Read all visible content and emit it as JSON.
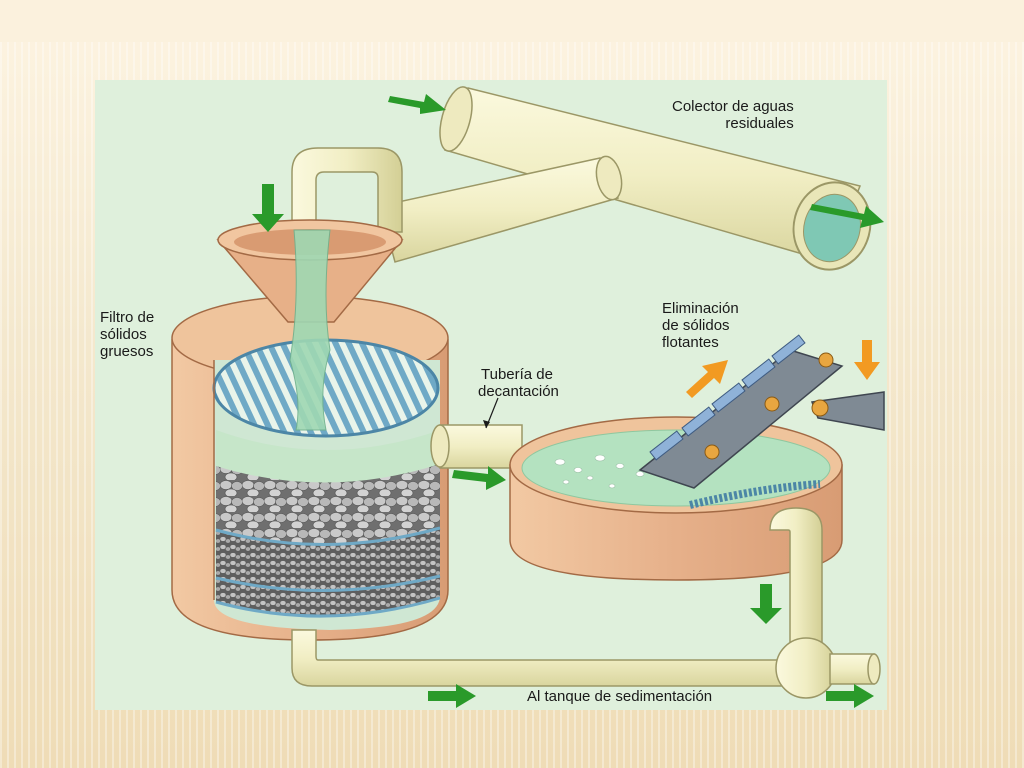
{
  "labels": {
    "collector": [
      "Colector de aguas",
      "residuales"
    ],
    "filter": [
      "Filtro de",
      "sólidos",
      "gruesos"
    ],
    "decant": [
      "Tubería de",
      "decantación"
    ],
    "removal": [
      "Eliminación",
      "de sólidos",
      "flotantes"
    ],
    "sediment": "Al tanque de sedimentación"
  },
  "colors": {
    "pipe": "#f3f0c8",
    "tank": "#e8b88f",
    "water": "#b9e3c0",
    "arrow_green": "#2a9a2a",
    "arrow_orange": "#f29a22"
  }
}
